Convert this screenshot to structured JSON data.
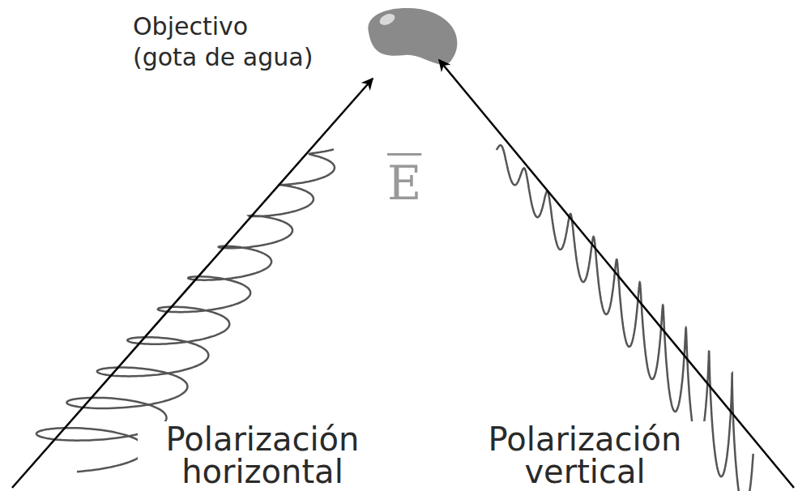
{
  "diagram": {
    "labels": [
      "Objectivo (gota de agua)",
      "E",
      "Polarización horizontal",
      "Polarización vertical"
    ]
  }
}
